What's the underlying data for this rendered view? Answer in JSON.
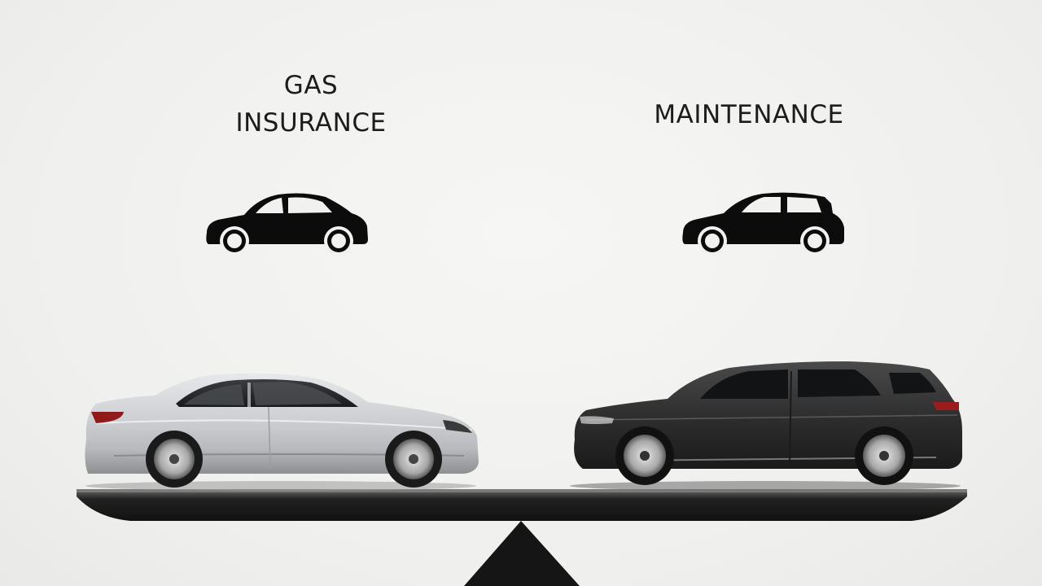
{
  "labels": {
    "left_top": "GAS",
    "left_bottom": "INSURANCE",
    "right": "MAINTENANCE"
  },
  "icons": {
    "left": "hatchback-car-icon",
    "right": "suv-car-icon"
  },
  "colors": {
    "background": "#f1f1ef",
    "icon": "#0c0c0c",
    "silver_car": "#c9cacc",
    "dark_car": "#2e2e2e",
    "beam": "#2a2a2a"
  }
}
